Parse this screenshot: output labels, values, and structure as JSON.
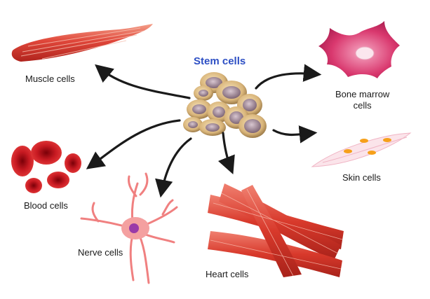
{
  "diagram": {
    "center": {
      "label": "Stem cells"
    },
    "targets": [
      {
        "id": "muscle",
        "label": "Muscle cells"
      },
      {
        "id": "bone-marrow",
        "label_line1": "Bone marrow",
        "label_line2": "cells"
      },
      {
        "id": "blood",
        "label": "Blood cells"
      },
      {
        "id": "skin",
        "label": "Skin cells"
      },
      {
        "id": "nerve",
        "label": "Nerve cells"
      },
      {
        "id": "heart",
        "label": "Heart cells"
      }
    ]
  },
  "colors": {
    "title": "#2d4fc4",
    "arrow": "#1a1a1a",
    "stem_cell": "#c9a46a",
    "stem_nucleus": "#9a7f8e",
    "muscle": "#e0473a",
    "bone_marrow": "#d9386e",
    "blood": "#c8141c",
    "skin": "#f7d8e0",
    "nerve": "#f08080",
    "heart": "#d8392b"
  },
  "icons": [
    "arrow-icon"
  ]
}
